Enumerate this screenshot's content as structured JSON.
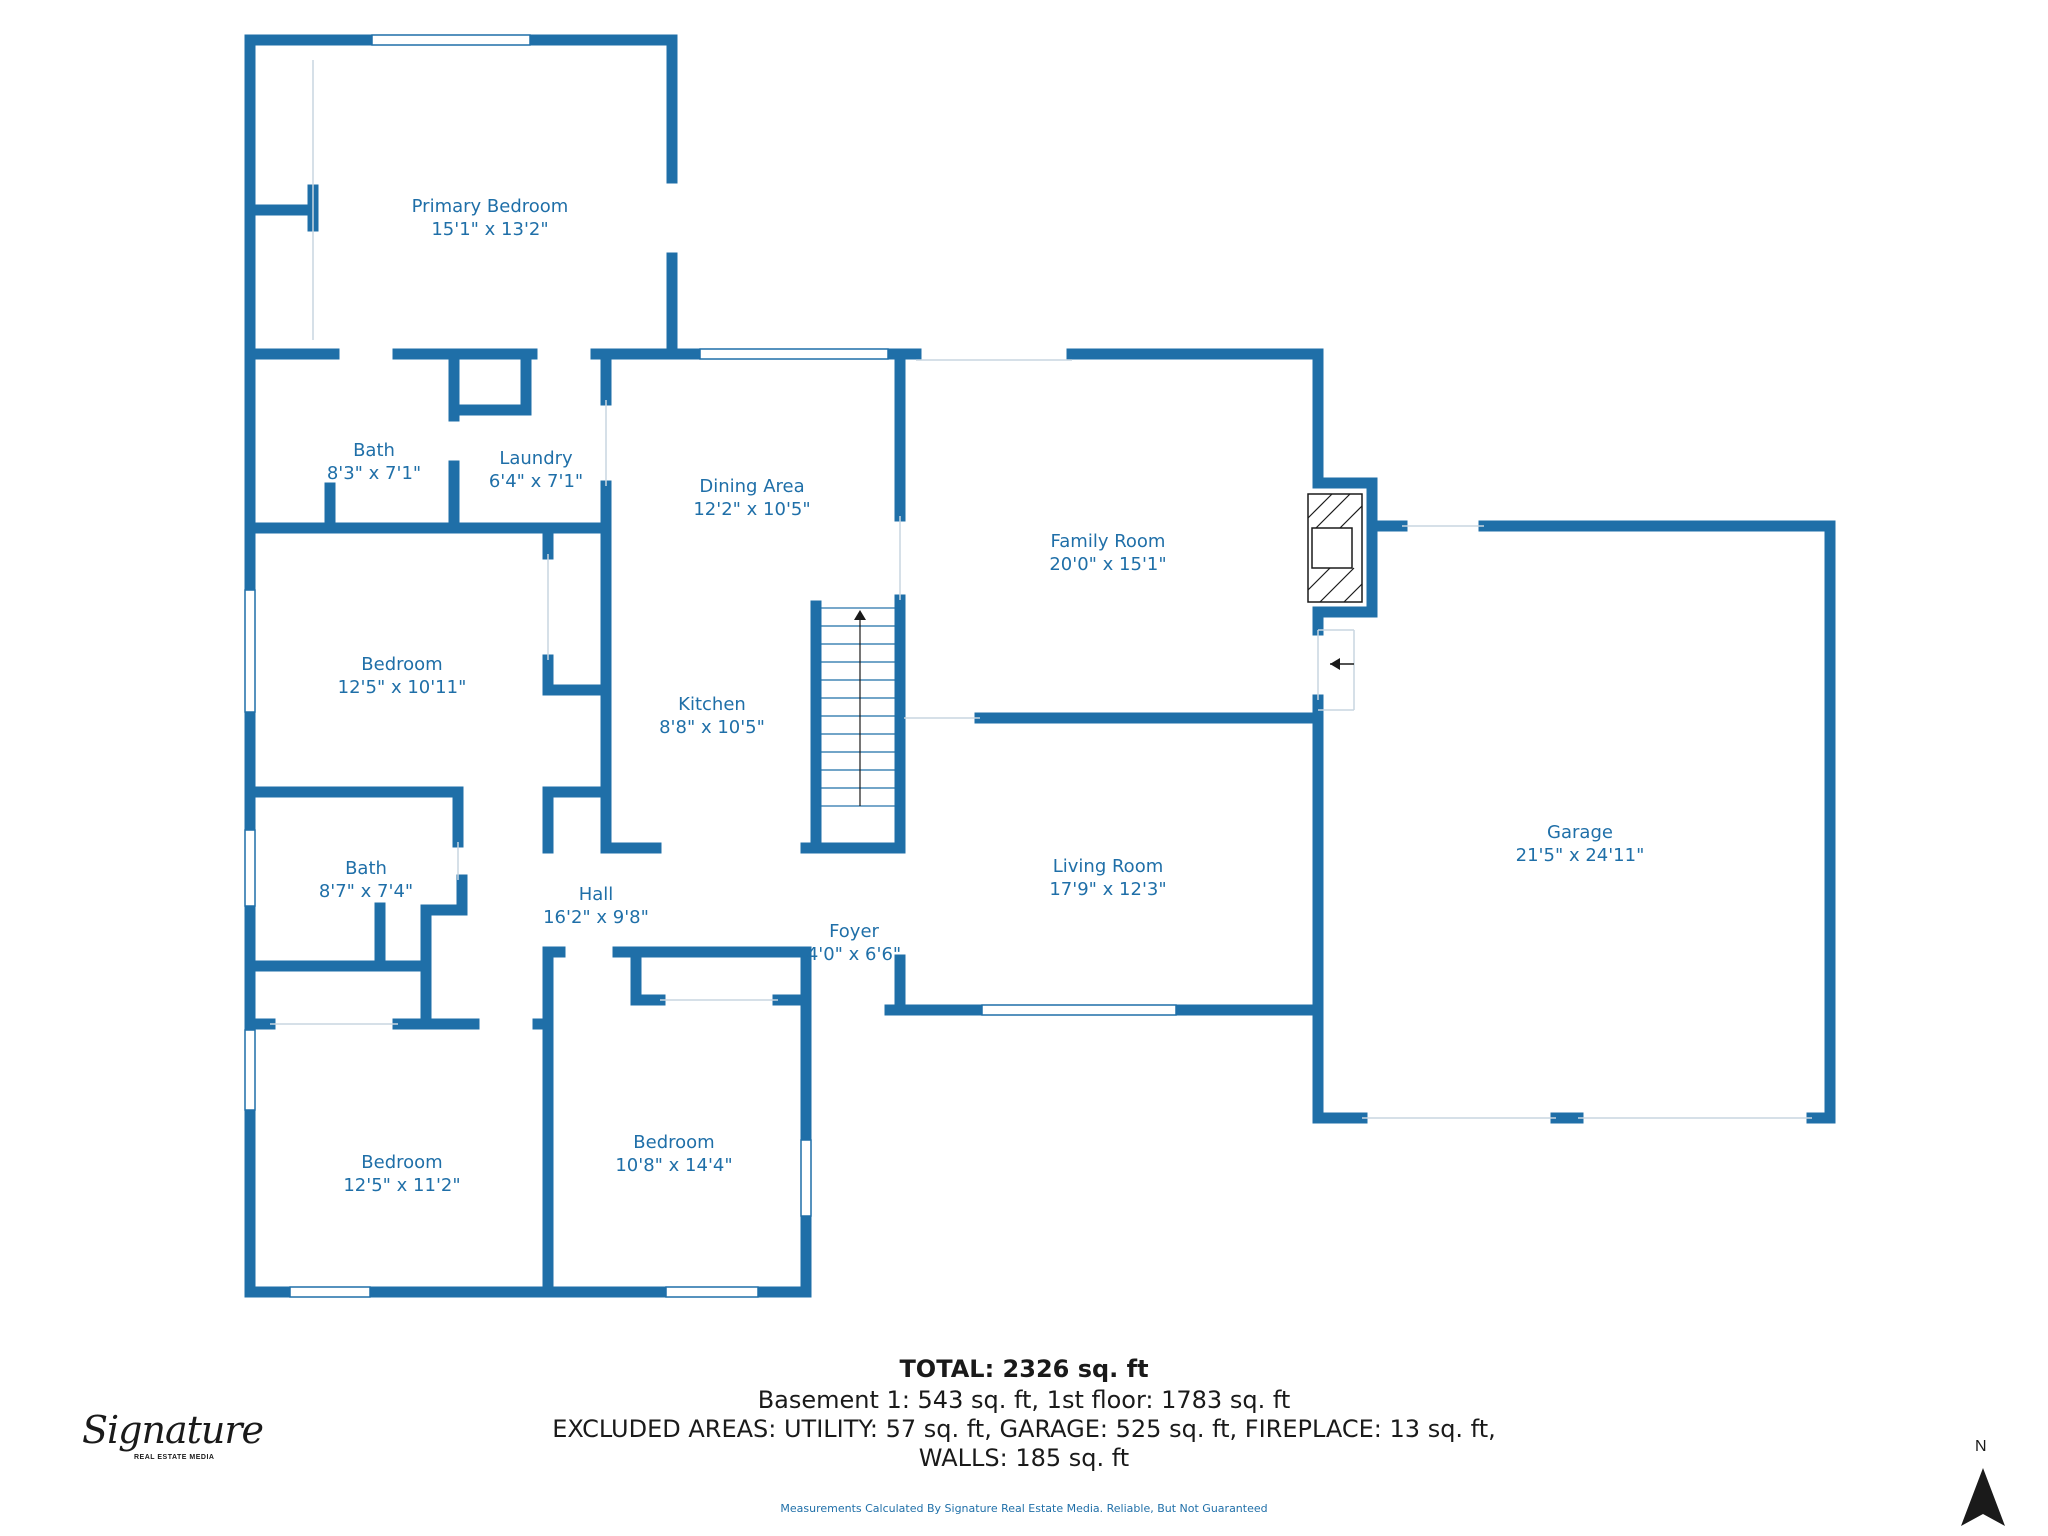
{
  "rooms": {
    "primary_bedroom": {
      "name": "Primary Bedroom",
      "dim": "15'1\" x 13'2\""
    },
    "bath_upper": {
      "name": "Bath",
      "dim": "8'3\" x 7'1\""
    },
    "laundry": {
      "name": "Laundry",
      "dim": "6'4\" x 7'1\""
    },
    "dining_area": {
      "name": "Dining Area",
      "dim": "12'2\" x 10'5\""
    },
    "family_room": {
      "name": "Family Room",
      "dim": "20'0\" x 15'1\""
    },
    "bedroom_mid": {
      "name": "Bedroom",
      "dim": "12'5\" x 10'11\""
    },
    "kitchen": {
      "name": "Kitchen",
      "dim": "8'8\" x 10'5\""
    },
    "bath_lower": {
      "name": "Bath",
      "dim": "8'7\" x 7'4\""
    },
    "hall": {
      "name": "Hall",
      "dim": "16'2\" x 9'8\""
    },
    "foyer": {
      "name": "Foyer",
      "dim": "4'0\" x 6'6\""
    },
    "living_room": {
      "name": "Living Room",
      "dim": "17'9\" x 12'3\""
    },
    "garage": {
      "name": "Garage",
      "dim": "21'5\" x 24'11\""
    },
    "bedroom_sw": {
      "name": "Bedroom",
      "dim": "12'5\" x 11'2\""
    },
    "bedroom_s": {
      "name": "Bedroom",
      "dim": "10'8\" x 14'4\""
    }
  },
  "totals": {
    "total": "TOTAL: 2326 sq. ft",
    "line1": "Basement 1: 543 sq. ft, 1st floor: 1783 sq. ft",
    "line2": "EXCLUDED AREAS: UTILITY: 57 sq. ft, GARAGE: 525 sq. ft, FIREPLACE: 13 sq. ft,",
    "line3": "WALLS: 185 sq. ft"
  },
  "disclaimer": "Measurements Calculated By Signature Real Estate Media. Reliable, But Not Guaranteed",
  "logo": {
    "script": "Signature",
    "sub": "REAL ESTATE MEDIA"
  },
  "compass": {
    "label": "N"
  },
  "colors": {
    "wall": "#1f6fa8",
    "label": "#1f6fa8",
    "text": "#1a1a1a"
  }
}
